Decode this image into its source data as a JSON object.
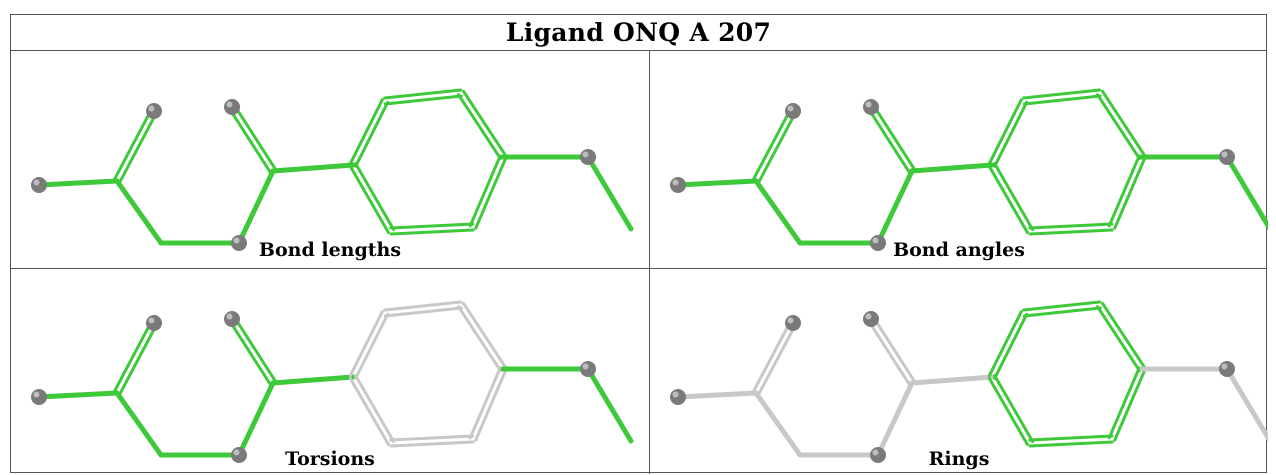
{
  "title": "Ligand ONQ A 207",
  "panels": [
    {
      "caption": "Bond lengths",
      "bond_colors": {
        "left": "#3ec93b",
        "ring": "#3ec93b",
        "tail": "#3ec93b"
      }
    },
    {
      "caption": "Bond angles",
      "bond_colors": {
        "left": "#3ec93b",
        "ring": "#3ec93b",
        "tail": "#3ec93b"
      }
    },
    {
      "caption": "Torsions",
      "bond_colors": {
        "left": "#3ec93b",
        "ring": "#c8c8c8",
        "tail": "#3ec93b"
      }
    },
    {
      "caption": "Rings",
      "bond_colors": {
        "left": "#c8c8c8",
        "ring": "#3ec93b",
        "tail": "#c8c8c8"
      }
    }
  ],
  "colors": {
    "green": "#3ec93b",
    "grey": "#c8c8c8",
    "atom": "#7a7a7a",
    "border": "#555555"
  }
}
